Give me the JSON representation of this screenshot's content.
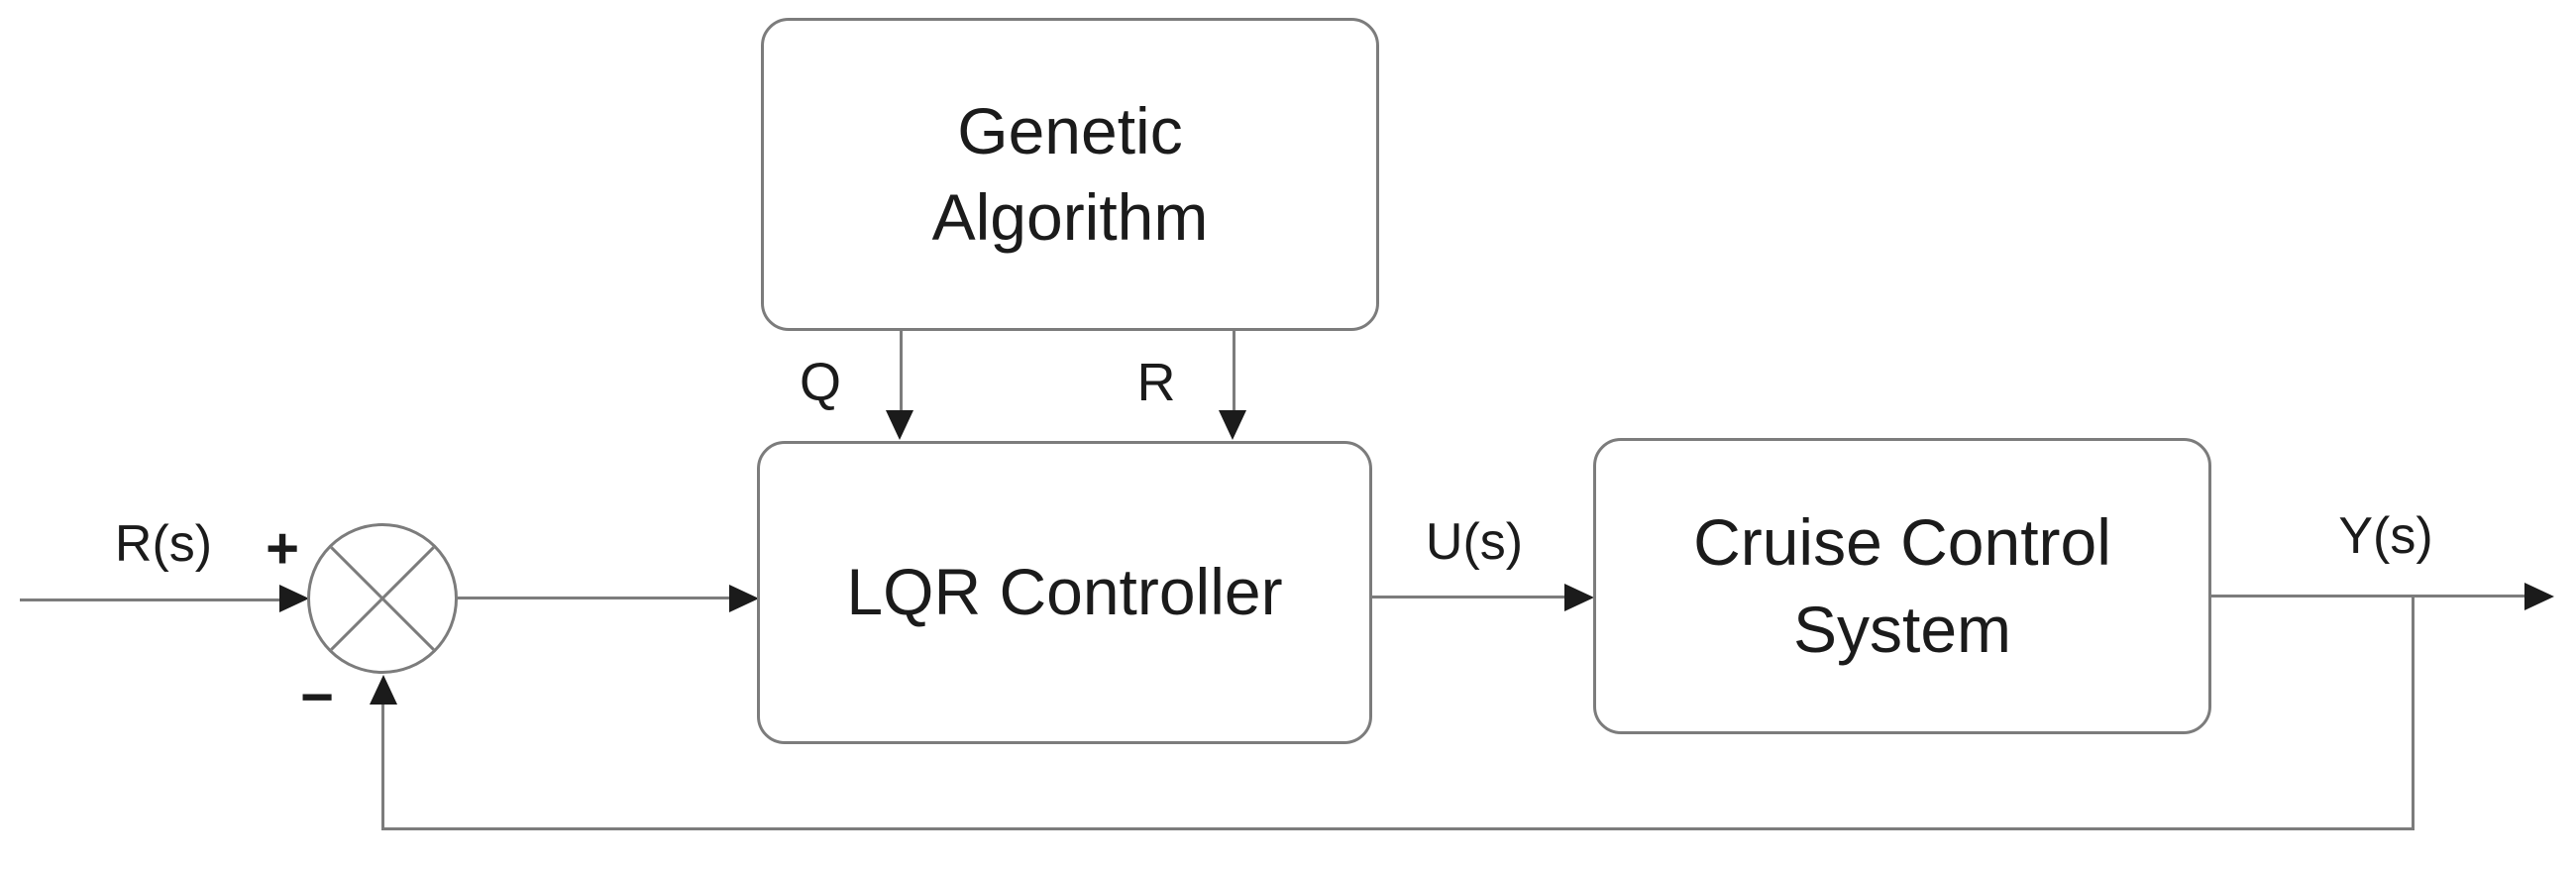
{
  "diagram_type": "control-system-block-diagram",
  "colors": {
    "background": "#ffffff",
    "line_gray": "#7c7c7c",
    "ink_black": "#1b1b1b"
  },
  "blocks": {
    "genetic": {
      "label": "Genetic\nAlgorithm"
    },
    "lqr": {
      "label": "LQR Controller"
    },
    "cruise": {
      "label": "Cruise Control\nSystem"
    }
  },
  "signals": {
    "reference": "R(s)",
    "plus": "+",
    "minus": "−",
    "q_weight": "Q",
    "r_weight": "R",
    "control": "U(s)",
    "output": "Y(s)"
  }
}
